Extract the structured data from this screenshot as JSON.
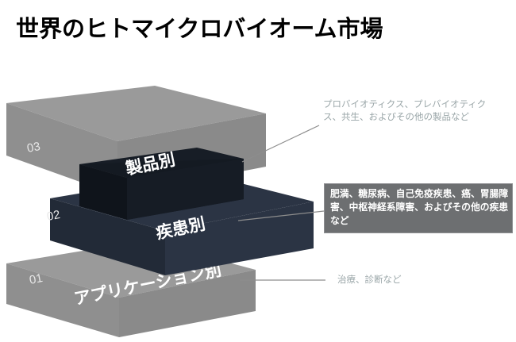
{
  "page": {
    "title": "世界のヒトマイクロバイオーム市場",
    "background_color": "#ffffff"
  },
  "diagram": {
    "type": "stacked-3d-layers",
    "layers": [
      {
        "number": "03",
        "label": "製品別",
        "face_color": "#8a8a8a",
        "top_color": "#9a9a9a",
        "side_color": "#6f6f6f"
      },
      {
        "number": "02",
        "label": "疾患別",
        "face_color": "#2b3444",
        "top_color": "#141a22",
        "side_color": "#1c232d"
      },
      {
        "number": "01",
        "label": "アプリケーション別",
        "face_color": "#8a8a8a",
        "top_color": "#9a9a9a",
        "side_color": "#6f6f6f"
      }
    ]
  },
  "annotations": {
    "product": {
      "text": "プロバイオティクス、プレバイオティクス、共生、およびその他の製品など",
      "color": "#9aa6a8",
      "highlighted": false
    },
    "disease": {
      "text": "肥満、糖尿病、自己免疫疾患、癌、胃腸障害、中枢神経系障害、およびその他の疾患など",
      "color": "#ffffff",
      "background_color": "#6d6f71",
      "highlighted": true
    },
    "application": {
      "text": "治療、診断など",
      "color": "#9aa6a8",
      "highlighted": false
    }
  }
}
